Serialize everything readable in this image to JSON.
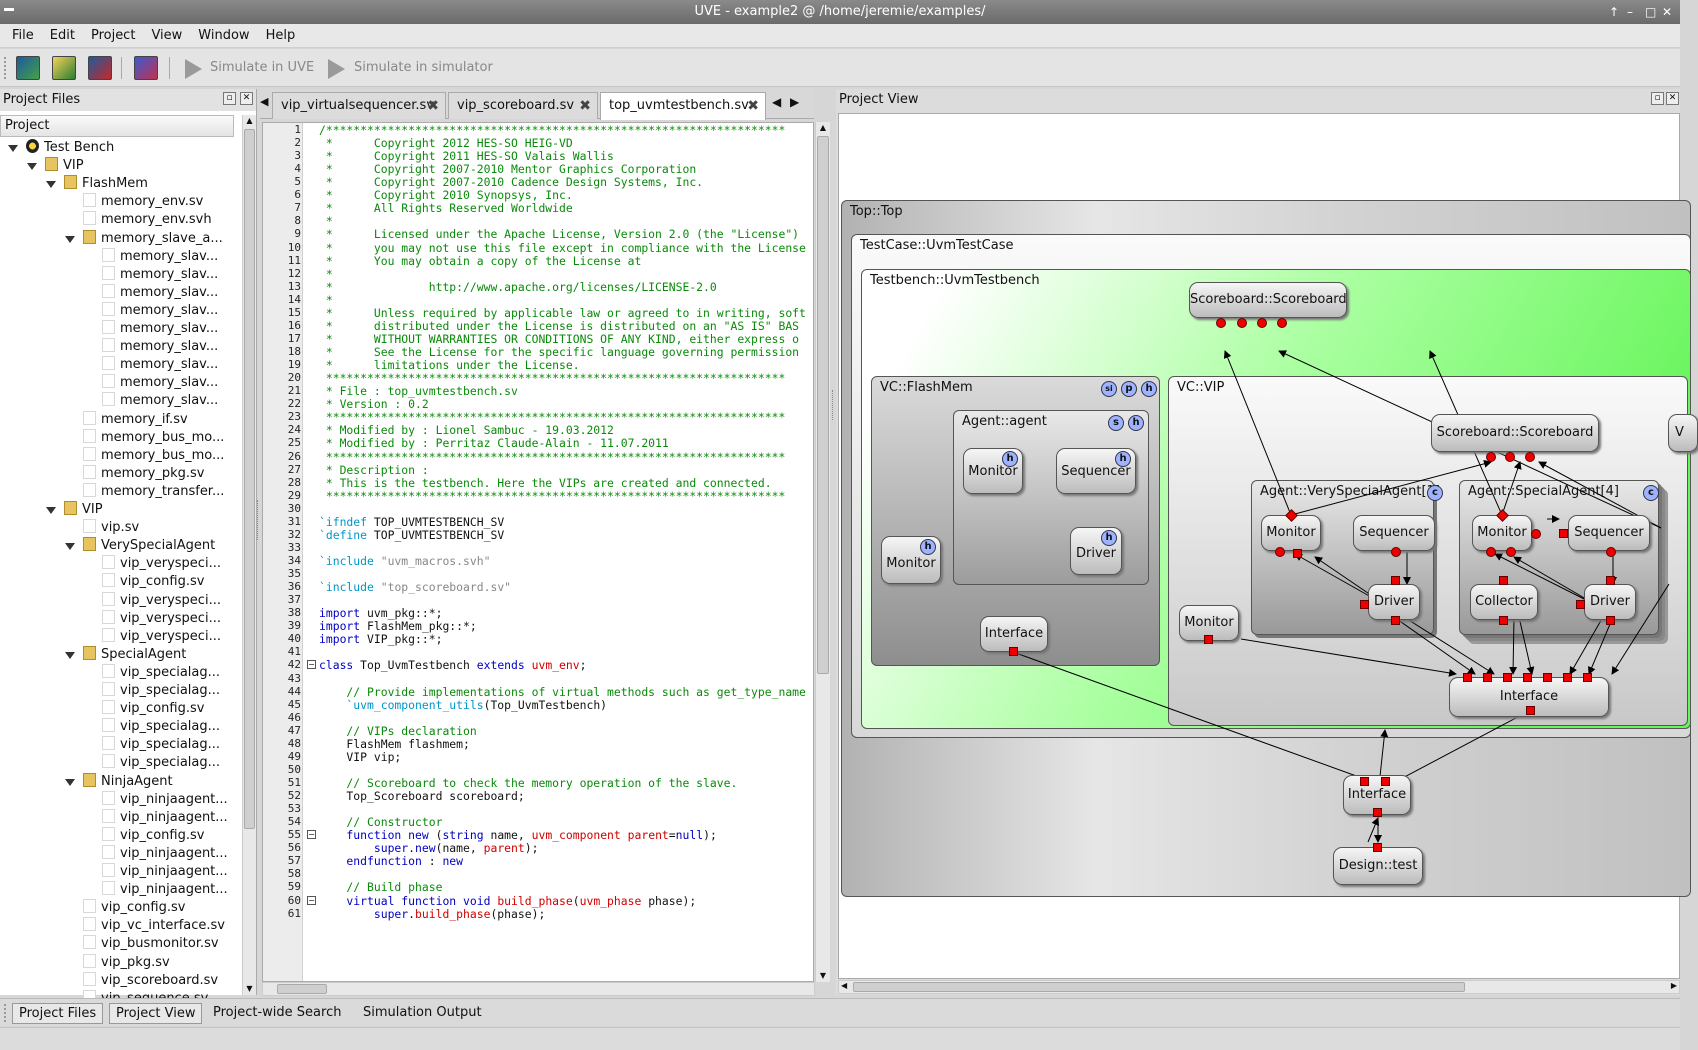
{
  "window": {
    "title": "UVE - example2 @ /home/jeremie/examples/"
  },
  "menu": {
    "file": "File",
    "edit": "Edit",
    "project": "Project",
    "view": "View",
    "window": "Window",
    "help": "Help"
  },
  "toolbar": {
    "simulate_uve": "Simulate in UVE",
    "simulate_simulator": "Simulate in simulator"
  },
  "left_panel": {
    "title": "Project Files",
    "header": "Project",
    "tree": [
      {
        "label": "Test Bench",
        "kind": "root",
        "level": 0,
        "expanded": true
      },
      {
        "label": "VIP",
        "kind": "folder",
        "level": 1,
        "expanded": true
      },
      {
        "label": "FlashMem",
        "kind": "folder",
        "level": 2,
        "expanded": true
      },
      {
        "label": "memory_env.sv",
        "kind": "file",
        "level": 3
      },
      {
        "label": "memory_env.svh",
        "kind": "file",
        "level": 3
      },
      {
        "label": "memory_slave_a...",
        "kind": "folder",
        "level": 3,
        "expanded": true
      },
      {
        "label": "memory_slav...",
        "kind": "file",
        "level": 4
      },
      {
        "label": "memory_slav...",
        "kind": "file",
        "level": 4
      },
      {
        "label": "memory_slav...",
        "kind": "file",
        "level": 4
      },
      {
        "label": "memory_slav...",
        "kind": "file",
        "level": 4
      },
      {
        "label": "memory_slav...",
        "kind": "file",
        "level": 4
      },
      {
        "label": "memory_slav...",
        "kind": "file",
        "level": 4
      },
      {
        "label": "memory_slav...",
        "kind": "file",
        "level": 4
      },
      {
        "label": "memory_slav...",
        "kind": "file",
        "level": 4
      },
      {
        "label": "memory_slav...",
        "kind": "file",
        "level": 4
      },
      {
        "label": "memory_if.sv",
        "kind": "file",
        "level": 3
      },
      {
        "label": "memory_bus_mo...",
        "kind": "file",
        "level": 3
      },
      {
        "label": "memory_bus_mo...",
        "kind": "file",
        "level": 3
      },
      {
        "label": "memory_pkg.sv",
        "kind": "file",
        "level": 3
      },
      {
        "label": "memory_transfer...",
        "kind": "file",
        "level": 3
      },
      {
        "label": "VIP",
        "kind": "folder",
        "level": 2,
        "expanded": true
      },
      {
        "label": "vip.sv",
        "kind": "file",
        "level": 3
      },
      {
        "label": "VerySpecialAgent",
        "kind": "folder",
        "level": 3,
        "expanded": true
      },
      {
        "label": "vip_veryspeci...",
        "kind": "file",
        "level": 4
      },
      {
        "label": "vip_config.sv",
        "kind": "file",
        "level": 4
      },
      {
        "label": "vip_veryspeci...",
        "kind": "file",
        "level": 4
      },
      {
        "label": "vip_veryspeci...",
        "kind": "file",
        "level": 4
      },
      {
        "label": "vip_veryspeci...",
        "kind": "file",
        "level": 4
      },
      {
        "label": "SpecialAgent",
        "kind": "folder",
        "level": 3,
        "expanded": true
      },
      {
        "label": "vip_specialag...",
        "kind": "file",
        "level": 4
      },
      {
        "label": "vip_specialag...",
        "kind": "file",
        "level": 4
      },
      {
        "label": "vip_config.sv",
        "kind": "file",
        "level": 4
      },
      {
        "label": "vip_specialag...",
        "kind": "file",
        "level": 4
      },
      {
        "label": "vip_specialag...",
        "kind": "file",
        "level": 4
      },
      {
        "label": "vip_specialag...",
        "kind": "file",
        "level": 4
      },
      {
        "label": "NinjaAgent",
        "kind": "folder",
        "level": 3,
        "expanded": true
      },
      {
        "label": "vip_ninjaagent...",
        "kind": "file",
        "level": 4
      },
      {
        "label": "vip_ninjaagent...",
        "kind": "file",
        "level": 4
      },
      {
        "label": "vip_config.sv",
        "kind": "file",
        "level": 4
      },
      {
        "label": "vip_ninjaagent...",
        "kind": "file",
        "level": 4
      },
      {
        "label": "vip_ninjaagent...",
        "kind": "file",
        "level": 4
      },
      {
        "label": "vip_ninjaagent...",
        "kind": "file",
        "level": 4
      },
      {
        "label": "vip_config.sv",
        "kind": "file",
        "level": 3
      },
      {
        "label": "vip_vc_interface.sv",
        "kind": "file",
        "level": 3
      },
      {
        "label": "vip_busmonitor.sv",
        "kind": "file",
        "level": 3
      },
      {
        "label": "vip_pkg.sv",
        "kind": "file",
        "level": 3
      },
      {
        "label": "vip_scoreboard.sv",
        "kind": "file",
        "level": 3
      },
      {
        "label": "vip_sequence.sv",
        "kind": "file",
        "level": 3
      }
    ]
  },
  "editor": {
    "tabs": [
      {
        "label": "vip_virtualsequencer.sv",
        "active": false
      },
      {
        "label": "vip_scoreboard.sv",
        "active": false
      },
      {
        "label": "top_uvmtestbench.sv",
        "active": true
      }
    ],
    "lines": [
      {
        "n": "1",
        "t": [
          [
            "c",
            "/*******************************************************************"
          ]
        ]
      },
      {
        "n": "2",
        "t": [
          [
            "c",
            " *      Copyright 2012 HES-SO HEIG-VD"
          ]
        ]
      },
      {
        "n": "3",
        "t": [
          [
            "c",
            " *      Copyright 2011 HES-SO Valais Wallis"
          ]
        ]
      },
      {
        "n": "4",
        "t": [
          [
            "c",
            " *      Copyright 2007-2010 Mentor Graphics Corporation"
          ]
        ]
      },
      {
        "n": "5",
        "t": [
          [
            "c",
            " *      Copyright 2007-2010 Cadence Design Systems, Inc."
          ]
        ]
      },
      {
        "n": "6",
        "t": [
          [
            "c",
            " *      Copyright 2010 Synopsys, Inc."
          ]
        ]
      },
      {
        "n": "7",
        "t": [
          [
            "c",
            " *      All Rights Reserved Worldwide"
          ]
        ]
      },
      {
        "n": "8",
        "t": [
          [
            "c",
            " *"
          ]
        ]
      },
      {
        "n": "9",
        "t": [
          [
            "c",
            " *      Licensed under the Apache License, Version 2.0 (the \"License\")"
          ]
        ]
      },
      {
        "n": "10",
        "t": [
          [
            "c",
            " *      you may not use this file except in compliance with the License"
          ]
        ]
      },
      {
        "n": "11",
        "t": [
          [
            "c",
            " *      You may obtain a copy of the License at"
          ]
        ]
      },
      {
        "n": "12",
        "t": [
          [
            "c",
            " *"
          ]
        ]
      },
      {
        "n": "13",
        "t": [
          [
            "c",
            " *              http://www.apache.org/licenses/LICENSE-2.0"
          ]
        ]
      },
      {
        "n": "14",
        "t": [
          [
            "c",
            " *"
          ]
        ]
      },
      {
        "n": "15",
        "t": [
          [
            "c",
            " *      Unless required by applicable law or agreed to in writing, soft"
          ]
        ]
      },
      {
        "n": "16",
        "t": [
          [
            "c",
            " *      distributed under the License is distributed on an \"AS IS\" BAS"
          ]
        ]
      },
      {
        "n": "17",
        "t": [
          [
            "c",
            " *      WITHOUT WARRANTIES OR CONDITIONS OF ANY KIND, either express o"
          ]
        ]
      },
      {
        "n": "18",
        "t": [
          [
            "c",
            " *      See the License for the specific language governing permission"
          ]
        ]
      },
      {
        "n": "19",
        "t": [
          [
            "c",
            " *      limitations under the License."
          ]
        ]
      },
      {
        "n": "20",
        "t": [
          [
            "c",
            " *******************************************************************"
          ]
        ]
      },
      {
        "n": "21",
        "t": [
          [
            "c",
            " * File : top_uvmtestbench.sv"
          ]
        ]
      },
      {
        "n": "22",
        "t": [
          [
            "c",
            " * Version : 0.2"
          ]
        ]
      },
      {
        "n": "23",
        "t": [
          [
            "c",
            " *******************************************************************"
          ]
        ]
      },
      {
        "n": "24",
        "t": [
          [
            "c",
            " * Modified by : Lionel Sambuc - 19.03.2012"
          ]
        ]
      },
      {
        "n": "25",
        "t": [
          [
            "c",
            " * Modified by : Perritaz Claude-Alain - 11.07.2011"
          ]
        ]
      },
      {
        "n": "26",
        "t": [
          [
            "c",
            " *******************************************************************"
          ]
        ]
      },
      {
        "n": "27",
        "t": [
          [
            "c",
            " * Description :"
          ]
        ]
      },
      {
        "n": "28",
        "t": [
          [
            "c",
            " * This is the testbench. Here the VIPs are created and connected."
          ]
        ]
      },
      {
        "n": "29",
        "t": [
          [
            "c",
            " *******************************************************************"
          ]
        ]
      },
      {
        "n": "30",
        "t": [
          [
            "n",
            ""
          ]
        ]
      },
      {
        "n": "31",
        "t": [
          [
            "p",
            "`ifndef"
          ],
          [
            "n",
            " TOP_UVMTESTBENCH_SV"
          ]
        ]
      },
      {
        "n": "32",
        "t": [
          [
            "p",
            "`define"
          ],
          [
            "n",
            " TOP_UVMTESTBENCH_SV"
          ]
        ]
      },
      {
        "n": "33",
        "t": [
          [
            "n",
            ""
          ]
        ]
      },
      {
        "n": "34",
        "t": [
          [
            "p",
            "`include"
          ],
          [
            "s",
            " \"uvm_macros.svh\""
          ]
        ]
      },
      {
        "n": "35",
        "t": [
          [
            "n",
            ""
          ]
        ]
      },
      {
        "n": "36",
        "t": [
          [
            "p",
            "`include"
          ],
          [
            "s",
            " \"top_scoreboard.sv\""
          ]
        ]
      },
      {
        "n": "37",
        "t": [
          [
            "n",
            ""
          ]
        ]
      },
      {
        "n": "38",
        "t": [
          [
            "k",
            "import"
          ],
          [
            "n",
            " uvm_pkg::*;"
          ]
        ]
      },
      {
        "n": "39",
        "t": [
          [
            "k",
            "import"
          ],
          [
            "n",
            " FlashMem_pkg::*;"
          ]
        ]
      },
      {
        "n": "40",
        "t": [
          [
            "k",
            "import"
          ],
          [
            "n",
            " VIP_pkg::*;"
          ]
        ]
      },
      {
        "n": "41",
        "t": [
          [
            "n",
            ""
          ]
        ]
      },
      {
        "n": "42",
        "t": [
          [
            "k",
            "class"
          ],
          [
            "n",
            " Top_UvmTestbench "
          ],
          [
            "k",
            "extends"
          ],
          [
            "n",
            " "
          ],
          [
            "y",
            "uvm_env"
          ],
          [
            "n",
            ";"
          ]
        ],
        "fold": true
      },
      {
        "n": "43",
        "t": [
          [
            "n",
            ""
          ]
        ]
      },
      {
        "n": "44",
        "t": [
          [
            "c",
            "    // Provide implementations of virtual methods such as get_type_name"
          ]
        ]
      },
      {
        "n": "45",
        "t": [
          [
            "p",
            "    `uvm_component_utils"
          ],
          [
            "n",
            "(Top_UvmTestbench)"
          ]
        ]
      },
      {
        "n": "46",
        "t": [
          [
            "n",
            ""
          ]
        ]
      },
      {
        "n": "47",
        "t": [
          [
            "c",
            "    // VIPs declaration"
          ]
        ]
      },
      {
        "n": "48",
        "t": [
          [
            "n",
            "    FlashMem flashmem;"
          ]
        ]
      },
      {
        "n": "49",
        "t": [
          [
            "n",
            "    VIP vip;"
          ]
        ]
      },
      {
        "n": "50",
        "t": [
          [
            "n",
            ""
          ]
        ]
      },
      {
        "n": "51",
        "t": [
          [
            "c",
            "    // Scoreboard to check the memory operation of the slave."
          ]
        ]
      },
      {
        "n": "52",
        "t": [
          [
            "n",
            "    Top_Scoreboard scoreboard;"
          ]
        ]
      },
      {
        "n": "53",
        "t": [
          [
            "n",
            ""
          ]
        ]
      },
      {
        "n": "54",
        "t": [
          [
            "c",
            "    // Constructor"
          ]
        ]
      },
      {
        "n": "55",
        "t": [
          [
            "k",
            "    function new"
          ],
          [
            "n",
            " ("
          ],
          [
            "k",
            "string"
          ],
          [
            "n",
            " name, "
          ],
          [
            "y",
            "uvm_component"
          ],
          [
            "n",
            " "
          ],
          [
            "y",
            "parent"
          ],
          [
            "n",
            "="
          ],
          [
            "k",
            "null"
          ],
          [
            "n",
            ");"
          ]
        ],
        "fold": true
      },
      {
        "n": "56",
        "t": [
          [
            "k",
            "        super"
          ],
          [
            "n",
            "."
          ],
          [
            "k",
            "new"
          ],
          [
            "n",
            "(name, "
          ],
          [
            "y",
            "parent"
          ],
          [
            "n",
            ");"
          ]
        ]
      },
      {
        "n": "57",
        "t": [
          [
            "k",
            "    endfunction"
          ],
          [
            "n",
            " : "
          ],
          [
            "k",
            "new"
          ]
        ]
      },
      {
        "n": "58",
        "t": [
          [
            "n",
            ""
          ]
        ]
      },
      {
        "n": "59",
        "t": [
          [
            "c",
            "    // Build phase"
          ]
        ]
      },
      {
        "n": "60",
        "t": [
          [
            "k",
            "    virtual function void"
          ],
          [
            "n",
            " "
          ],
          [
            "y",
            "build_phase"
          ],
          [
            "n",
            "("
          ],
          [
            "y",
            "uvm_phase"
          ],
          [
            "n",
            " phase);"
          ]
        ],
        "fold": true
      },
      {
        "n": "61",
        "t": [
          [
            "k",
            "        super"
          ],
          [
            "n",
            "."
          ],
          [
            "y",
            "build_phase"
          ],
          [
            "n",
            "(phase);"
          ]
        ]
      }
    ]
  },
  "project_view": {
    "title": "Project View",
    "containers": {
      "top": "Top::Top",
      "testcase": "TestCase::UvmTestCase",
      "testbench": "Testbench::UvmTestbench",
      "vc_flashmem": "VC::FlashMem",
      "agent": "Agent::agent",
      "vc_vip": "VC::VIP",
      "very_special_agent": "Agent::VerySpecialAgent[1]",
      "special_agent": "Agent::SpecialAgent[4]"
    },
    "nodes": {
      "scoreboard_top": "Scoreboard::Scoreboard",
      "scoreboard_vip": "Scoreboard::Scoreboard",
      "fm_monitor": "Monitor",
      "fm_sequencer": "Sequencer",
      "fm_driver": "Driver",
      "fm_vc_monitor": "Monitor",
      "fm_interface": "Interface",
      "vsa_monitor": "Monitor",
      "vsa_sequencer": "Sequencer",
      "vsa_driver": "Driver",
      "sa_monitor": "Monitor",
      "sa_sequencer": "Sequencer",
      "sa_collector": "Collector",
      "sa_driver": "Driver",
      "vip_monitor": "Monitor",
      "vip_interface": "Interface",
      "top_interface": "Interface",
      "design": "Design::test",
      "cut_label": "V"
    },
    "badges": {
      "si": "si",
      "p": "p",
      "h": "h",
      "s": "s",
      "c": "c"
    }
  },
  "bottom_tabs": [
    {
      "label": "Project Files",
      "selected": true
    },
    {
      "label": "Project View",
      "selected": true
    },
    {
      "label": "Project-wide Search",
      "selected": false
    },
    {
      "label": "Simulation Output",
      "selected": false
    }
  ],
  "colors": {
    "comment": "#0a8a0a",
    "keyword": "#0000c0",
    "type": "#d00000",
    "preproc": "#0096c8",
    "port": "#e00000",
    "testbench_green": "#7dff6a"
  }
}
